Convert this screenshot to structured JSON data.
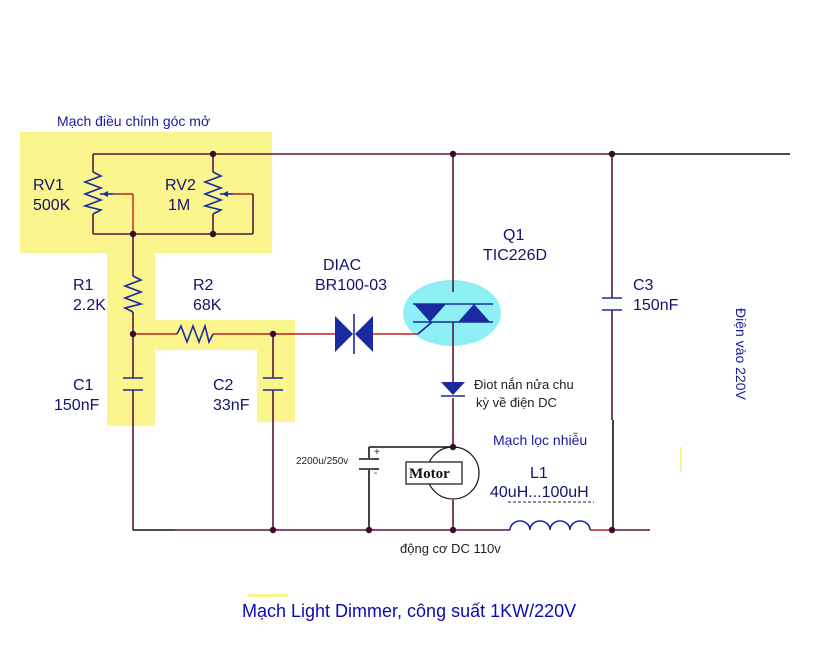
{
  "title": "Mạch Light Dimmer, công suất 1KW/220V",
  "colors": {
    "highlight_yellow": "#faf58c",
    "triac_highlight": "#8ef0f5",
    "wire": "#5a1440",
    "component_blue": "#1a2aa0",
    "label_navy": "#13136b",
    "title_blue": "#0b0bb0"
  },
  "sections": {
    "phase_control": "Mạch điều chỉnh góc mở",
    "noise_filter": "Mạch lọc nhiễu"
  },
  "components": {
    "rv1": {
      "ref": "RV1",
      "value": "500K",
      "type": "potentiometer"
    },
    "rv2": {
      "ref": "RV2",
      "value": "1M",
      "type": "potentiometer"
    },
    "r1": {
      "ref": "R1",
      "value": "2.2K",
      "type": "resistor"
    },
    "r2": {
      "ref": "R2",
      "value": "68K",
      "type": "resistor"
    },
    "c1": {
      "ref": "C1",
      "value": "150nF",
      "type": "capacitor"
    },
    "c2": {
      "ref": "C2",
      "value": "33nF",
      "type": "capacitor"
    },
    "c3": {
      "ref": "C3",
      "value": "150nF",
      "type": "capacitor"
    },
    "diac": {
      "ref": "DIAC",
      "value": "BR100-03",
      "type": "diac"
    },
    "q1": {
      "ref": "Q1",
      "value": "TIC226D",
      "type": "triac"
    },
    "l1": {
      "ref": "L1",
      "value": "40uH...100uH",
      "type": "inductor"
    },
    "cap_elec": {
      "value": "2200u/250v",
      "plus": "+",
      "minus": "-",
      "type": "electrolytic-capacitor"
    },
    "motor": {
      "label": "Motor",
      "type": "dc-motor"
    }
  },
  "annotations": {
    "diode_line1": "Điot nắn nửa chu",
    "diode_line2": "kỳ về điện DC",
    "motor_note": "động cơ DC 110v",
    "input_note": "Điện vào 220V"
  }
}
